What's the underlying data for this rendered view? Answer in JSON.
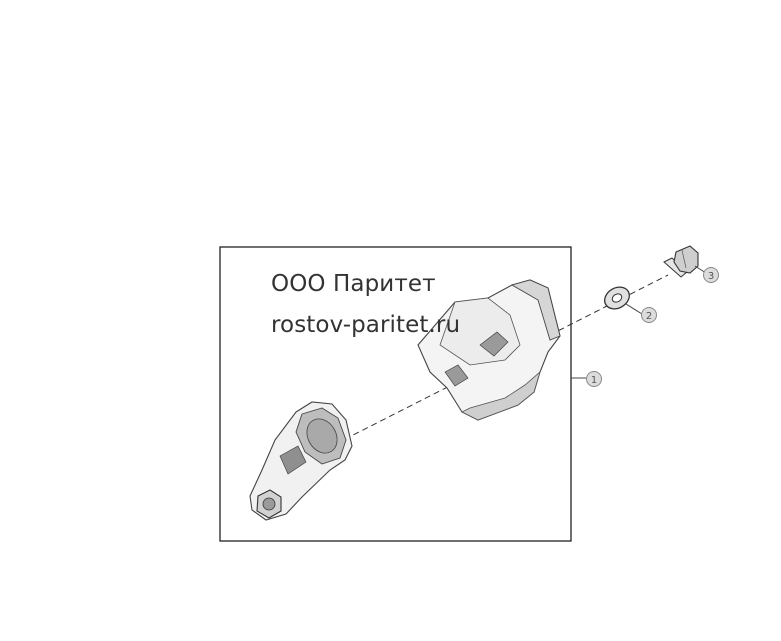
{
  "watermark": {
    "company": "ООО Паритет",
    "website": "rostov-paritet.ru"
  },
  "callouts": [
    {
      "number": "1"
    },
    {
      "number": "2"
    },
    {
      "number": "3"
    }
  ],
  "colors": {
    "line": "#222222",
    "part_outline": "#444444",
    "part_fill": "#f2f2f2",
    "part_shade": "#c8c8c8",
    "callout_circle": "#dcdcdc",
    "watermark_text": "#333333"
  }
}
